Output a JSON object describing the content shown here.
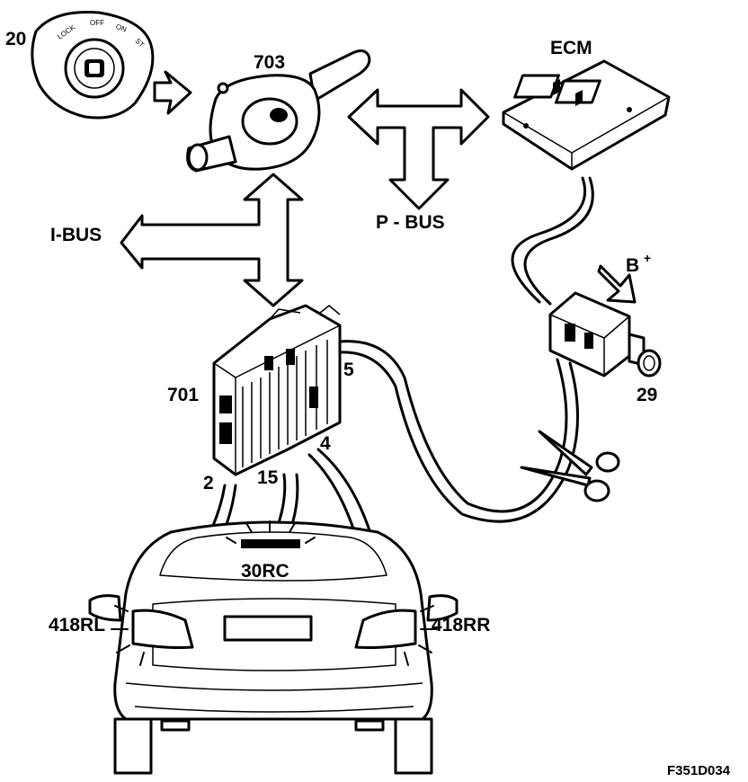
{
  "labels": {
    "ignition_switch": "20",
    "ignition_positions": [
      "LOCK",
      "OFF",
      "ON",
      "ST"
    ],
    "steering_column_module": "703",
    "ecm": "ECM",
    "p_bus": "P - BUS",
    "i_bus": "I-BUS",
    "battery_plus": "B",
    "battery_plus_sup": "+",
    "central_electronic_module": "701",
    "wire_5": "5",
    "wire_4": "4",
    "wire_2": "2",
    "wire_15": "15",
    "connector_29": "29",
    "high_mounted_brake_light": "30RC",
    "rear_lamp_left": "418RL",
    "rear_lamp_right": "418RR",
    "figure_code": "F351D034"
  }
}
